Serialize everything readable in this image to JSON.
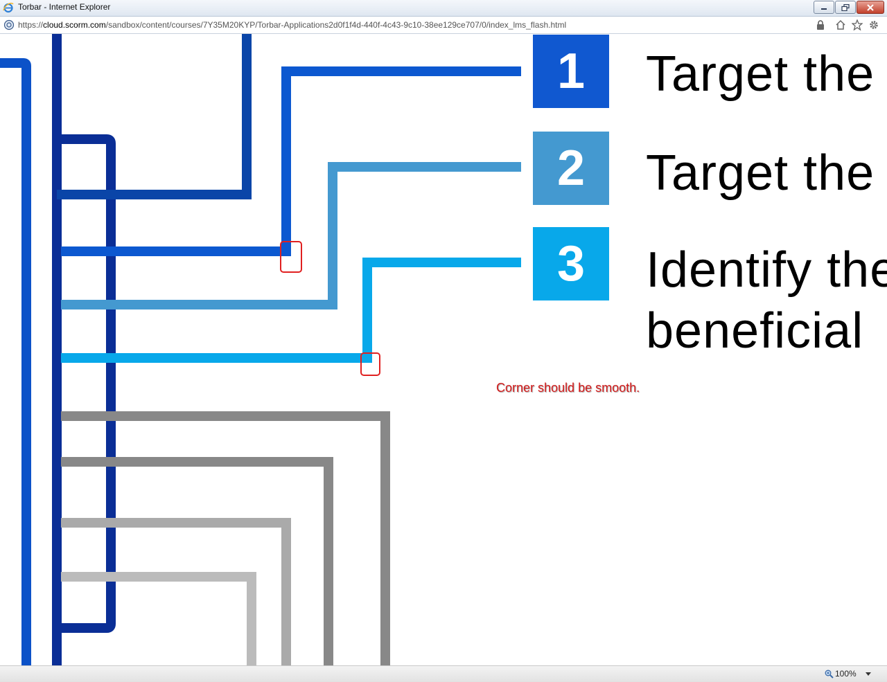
{
  "window": {
    "title": "Torbar - Internet Explorer"
  },
  "address_bar": {
    "url_scheme": "https://",
    "url_domain": "cloud.scorm.com",
    "url_path": "/sandbox/content/courses/7Y35M20KYP/Torbar-Applications2d0f1f4d-440f-4c43-9c10-38ee129ce707/0/index_lms_flash.html"
  },
  "items": [
    {
      "number": "1",
      "text": "Target the",
      "color": "#1058d0"
    },
    {
      "number": "2",
      "text": "Target the",
      "color": "#4499d0"
    },
    {
      "number": "3",
      "text": "Identify the",
      "text2": "beneficial",
      "color": "#08a8ea"
    }
  ],
  "annotation": {
    "text": "Corner should be smooth.",
    "color": "#d21a1a"
  },
  "status_bar": {
    "zoom": "100%"
  },
  "colors": {
    "navy": "#0a2e96",
    "royal": "#0c52c8",
    "mid_blue": "#4499d0",
    "cyan": "#08a8ea",
    "gray_dark": "#888888",
    "gray_light": "#aaaaaa"
  }
}
